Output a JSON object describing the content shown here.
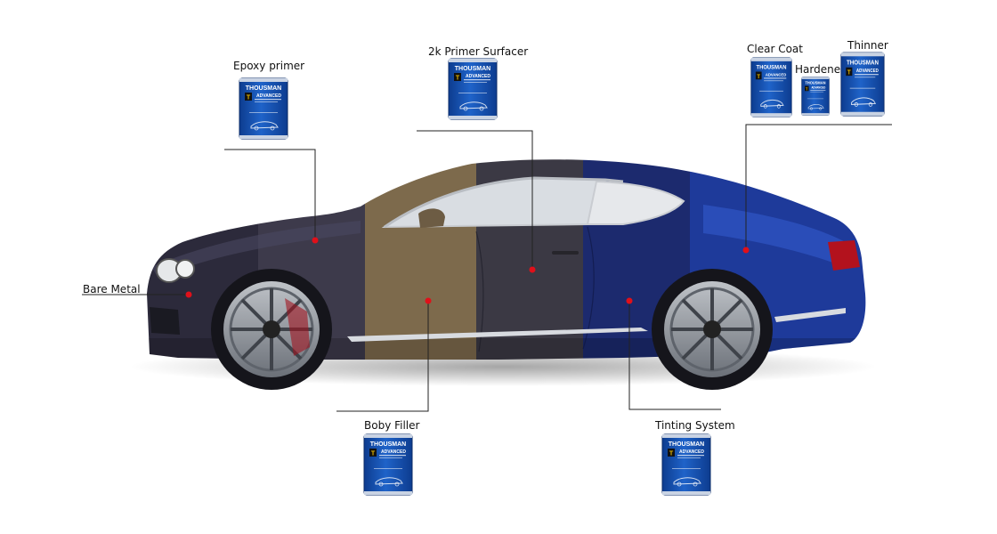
{
  "labels": {
    "epoxy": "Epoxy primer",
    "surfacer": "2k Primer Surfacer",
    "clear": "Clear Coat",
    "hardener": "Hardener",
    "thinner": "Thinner",
    "bare": "Bare Metal",
    "filler": "Boby Filler",
    "tinting": "Tinting System"
  },
  "brand": {
    "name": "THOUSMAN",
    "line": "ADVANCED",
    "mark": "T"
  },
  "colors": {
    "can_blue": "#1f63c9",
    "can_dark": "#0d3c8f",
    "marker": "#e0101a",
    "car_dark": "#2f2c3e",
    "car_gold": "#8a7350",
    "car_blue": "#1a2f7e"
  },
  "icons": {
    "product": "paint-can-icon",
    "car": "car-icon",
    "marker": "red-dot-marker"
  }
}
